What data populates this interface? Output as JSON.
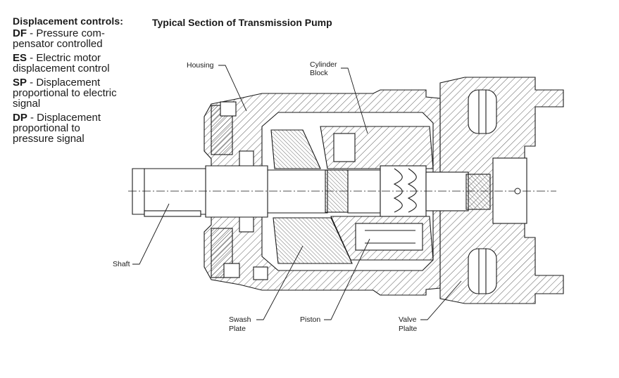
{
  "controls": {
    "heading": "Displacement controls:",
    "items": [
      {
        "code": "DF",
        "text": " - Pressure com-",
        "text2": "pensator controlled"
      },
      {
        "code": "ES",
        "text": " - Electric motor",
        "text2": "displacement control"
      },
      {
        "code": "SP",
        "text": " - Displacement",
        "text2": "proportional to electric",
        "text3": "signal"
      },
      {
        "code": "DP",
        "text": " - Displacement",
        "text2": "proportional to",
        "text3": "pressure signal"
      }
    ]
  },
  "diagram": {
    "title": "Typical Section of Transmission Pump",
    "labels": {
      "housing": "Housing",
      "cylinder_block_1": "Cylinder",
      "cylinder_block_2": "Block",
      "shaft": "Shaft",
      "swash_plate_1": "Swash",
      "swash_plate_2": "Plate",
      "piston": "Piston",
      "valve_plate_1": "Valve",
      "valve_plate_2": "Plalte"
    }
  }
}
